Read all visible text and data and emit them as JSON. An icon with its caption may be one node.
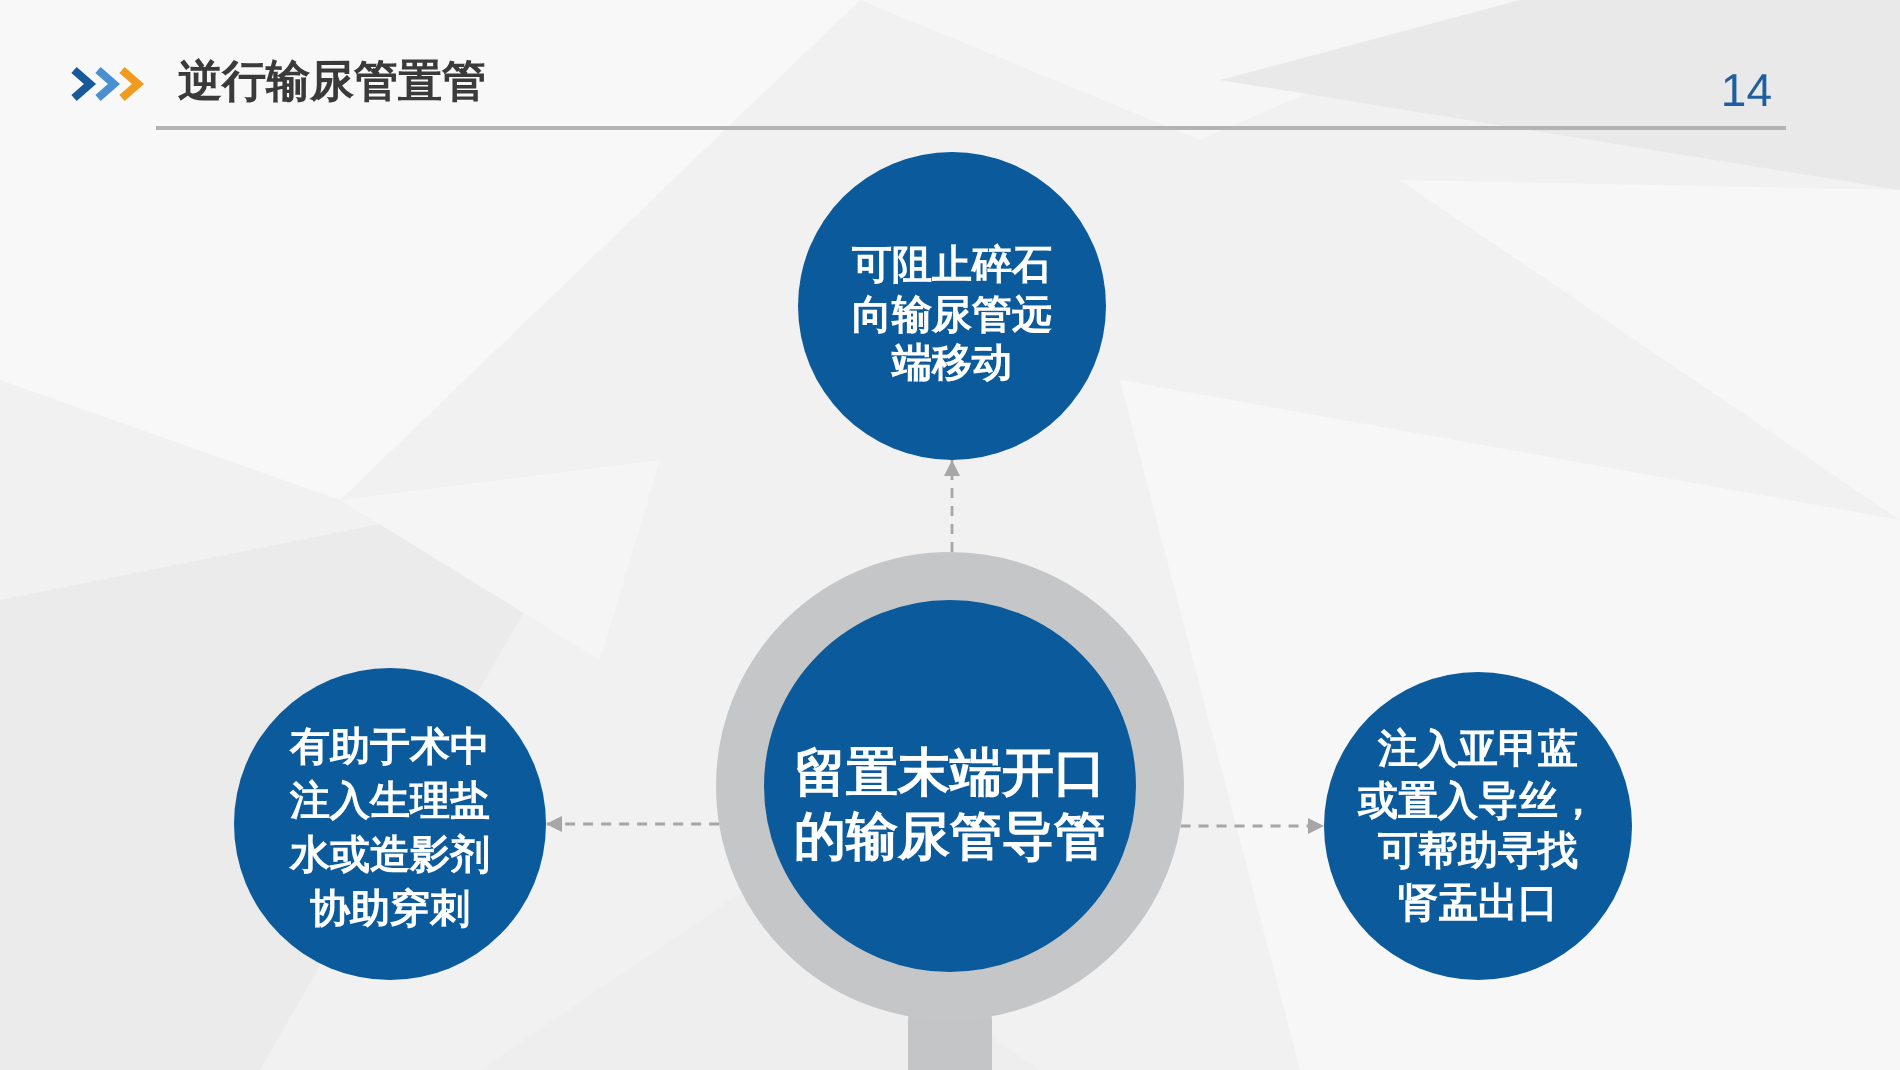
{
  "diagram": {
    "title": "逆行输尿管置管",
    "nodes": [
      {
        "text": [
          "可阻止碎石向输尿管远端移动"
        ]
      },
      {
        "text": [
          "有助于术中注入生理盐水或造影剂协助穿刺"
        ]
      },
      {
        "text": [
          "留置末端开口的输尿管导管"
        ]
      },
      {
        "text": [
          "注入亚甲蓝或置入导丝，可帮助寻找肾盂出口"
        ]
      }
    ],
    "edges": [
      {
        "from": 2,
        "to": 0,
        "arrow": "to",
        "style": "dashed"
      },
      {
        "from": 2,
        "to": 1,
        "arrow": "to",
        "style": "dashed"
      },
      {
        "from": 2,
        "to": 3,
        "arrow": "to",
        "style": "dashed"
      }
    ],
    "labels": [
      "14"
    ]
  }
}
